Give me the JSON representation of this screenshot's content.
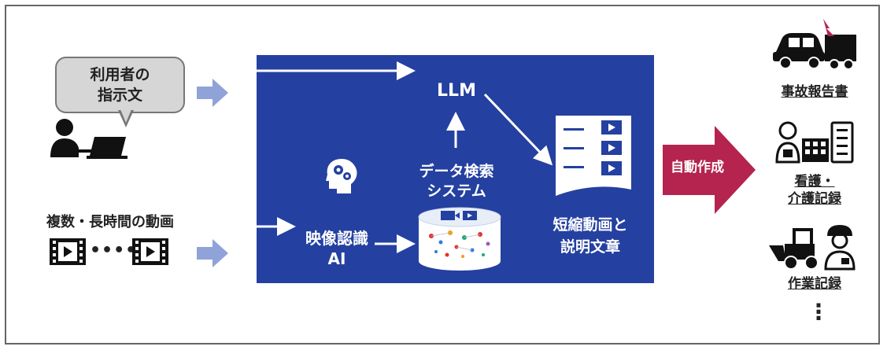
{
  "user_input": {
    "bubble_line1": "利用者の",
    "bubble_line2": "指示文"
  },
  "video_input": {
    "label": "複数・長時間の動画",
    "ellipsis": "••••"
  },
  "system": {
    "llm_label": "LLM",
    "search_line1": "データ検索",
    "search_line2": "システム",
    "video_ai_line1": "映像認識",
    "video_ai_line2": "AI",
    "output_line1": "短縮動画と",
    "output_line2": "説明文章"
  },
  "auto_create": {
    "label": "自動作成"
  },
  "outputs": [
    {
      "line1": "事故報告書",
      "line2": ""
    },
    {
      "line1": "看護・",
      "line2": "介護記録"
    },
    {
      "line1": "作業記録",
      "line2": ""
    }
  ],
  "more_indicator": "⋮",
  "colors": {
    "panel_blue": "#2440a0",
    "arrow_light_blue": "#8fa3d8",
    "ribbon_red": "#b5234f",
    "bubble_gray": "#d6d6d6"
  }
}
